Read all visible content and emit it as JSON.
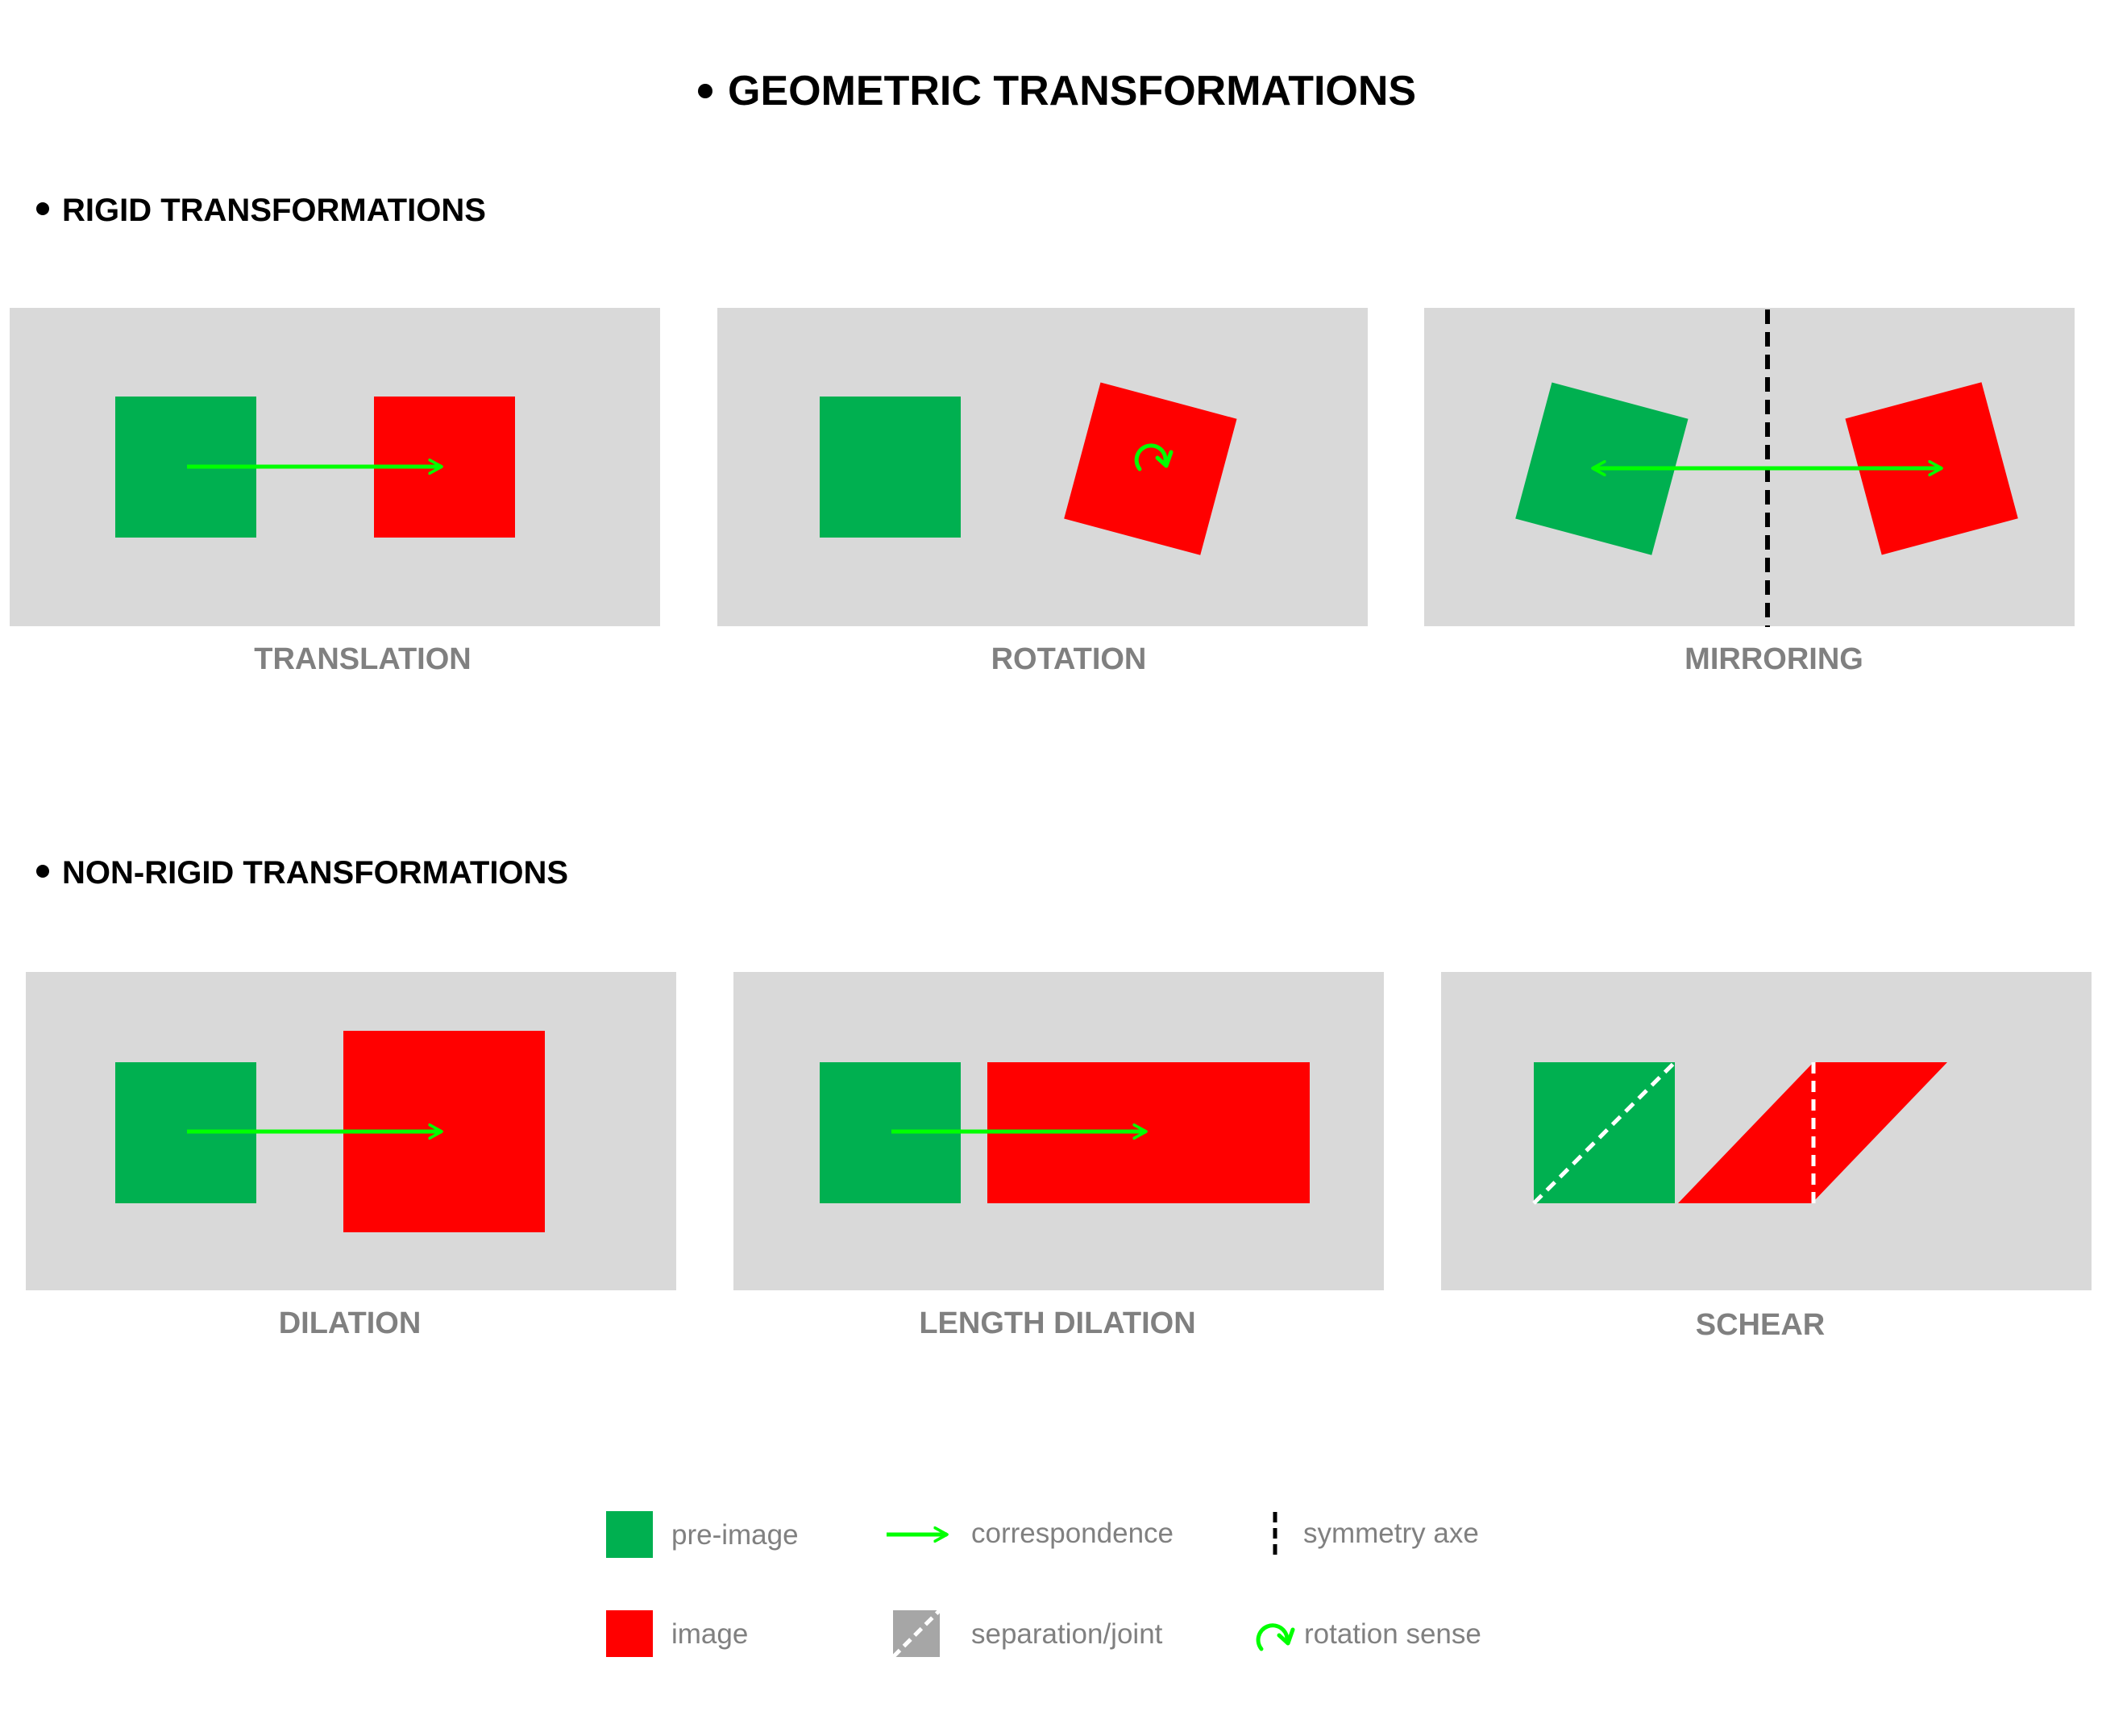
{
  "title": "GEOMETRIC TRANSFORMATIONS",
  "sections": {
    "rigid": {
      "heading": "RIGID TRANSFORMATIONS",
      "panels": [
        "TRANSLATION",
        "ROTATION",
        "MIRRORING"
      ]
    },
    "non_rigid": {
      "heading": "NON-RIGID TRANSFORMATIONS",
      "panels": [
        "DILATION",
        "LENGTH DILATION",
        "SCHEAR"
      ]
    }
  },
  "legend": {
    "pre_image": "pre-image",
    "image": "image",
    "correspondence": "correspondence",
    "separation": "separation/joint",
    "symmetry": "symmetry axe",
    "rotation": "rotation sense"
  },
  "colors": {
    "pre_image": "#00b050",
    "image": "#ff0000",
    "arrow": "#00ff00",
    "panel": "#d9d9d9",
    "caption": "#808080"
  }
}
